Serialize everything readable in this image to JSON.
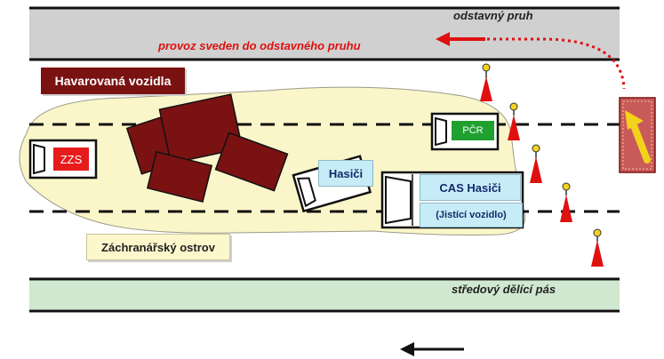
{
  "labels": {
    "shoulder_lane": "odstavný pruh",
    "traffic_diverted": "provoz sveden do odstavného pruhu",
    "median": "středový dělící pás",
    "crashed_vehicles": "Havarovaná vozidla",
    "rescue_island": "Záchranářský ostrov",
    "firefighters": "Hasiči",
    "cas_firefighters": "CAS Hasiči",
    "blocking_vehicle": "(Jistící vozidlo)",
    "ambulance": "ZZS",
    "police": "PČR"
  },
  "colors": {
    "road_stripe": "#d0d0d0",
    "median_stripe": "#cfe8cf",
    "rescue_area": "#fbf6c9",
    "crashed_vehicle": "#7a1212",
    "cone": "#e01010",
    "cone_light": "#f3d21c",
    "diversion_arrow": "#e01010",
    "vehicle_label": "#c6ecf7"
  },
  "icons": {
    "traffic_cone": "warning-cone-icon",
    "diversion": "curved-arrow-left-icon",
    "direction": "arrow-left-icon",
    "sign": "arrow-up-right-sign-icon"
  }
}
